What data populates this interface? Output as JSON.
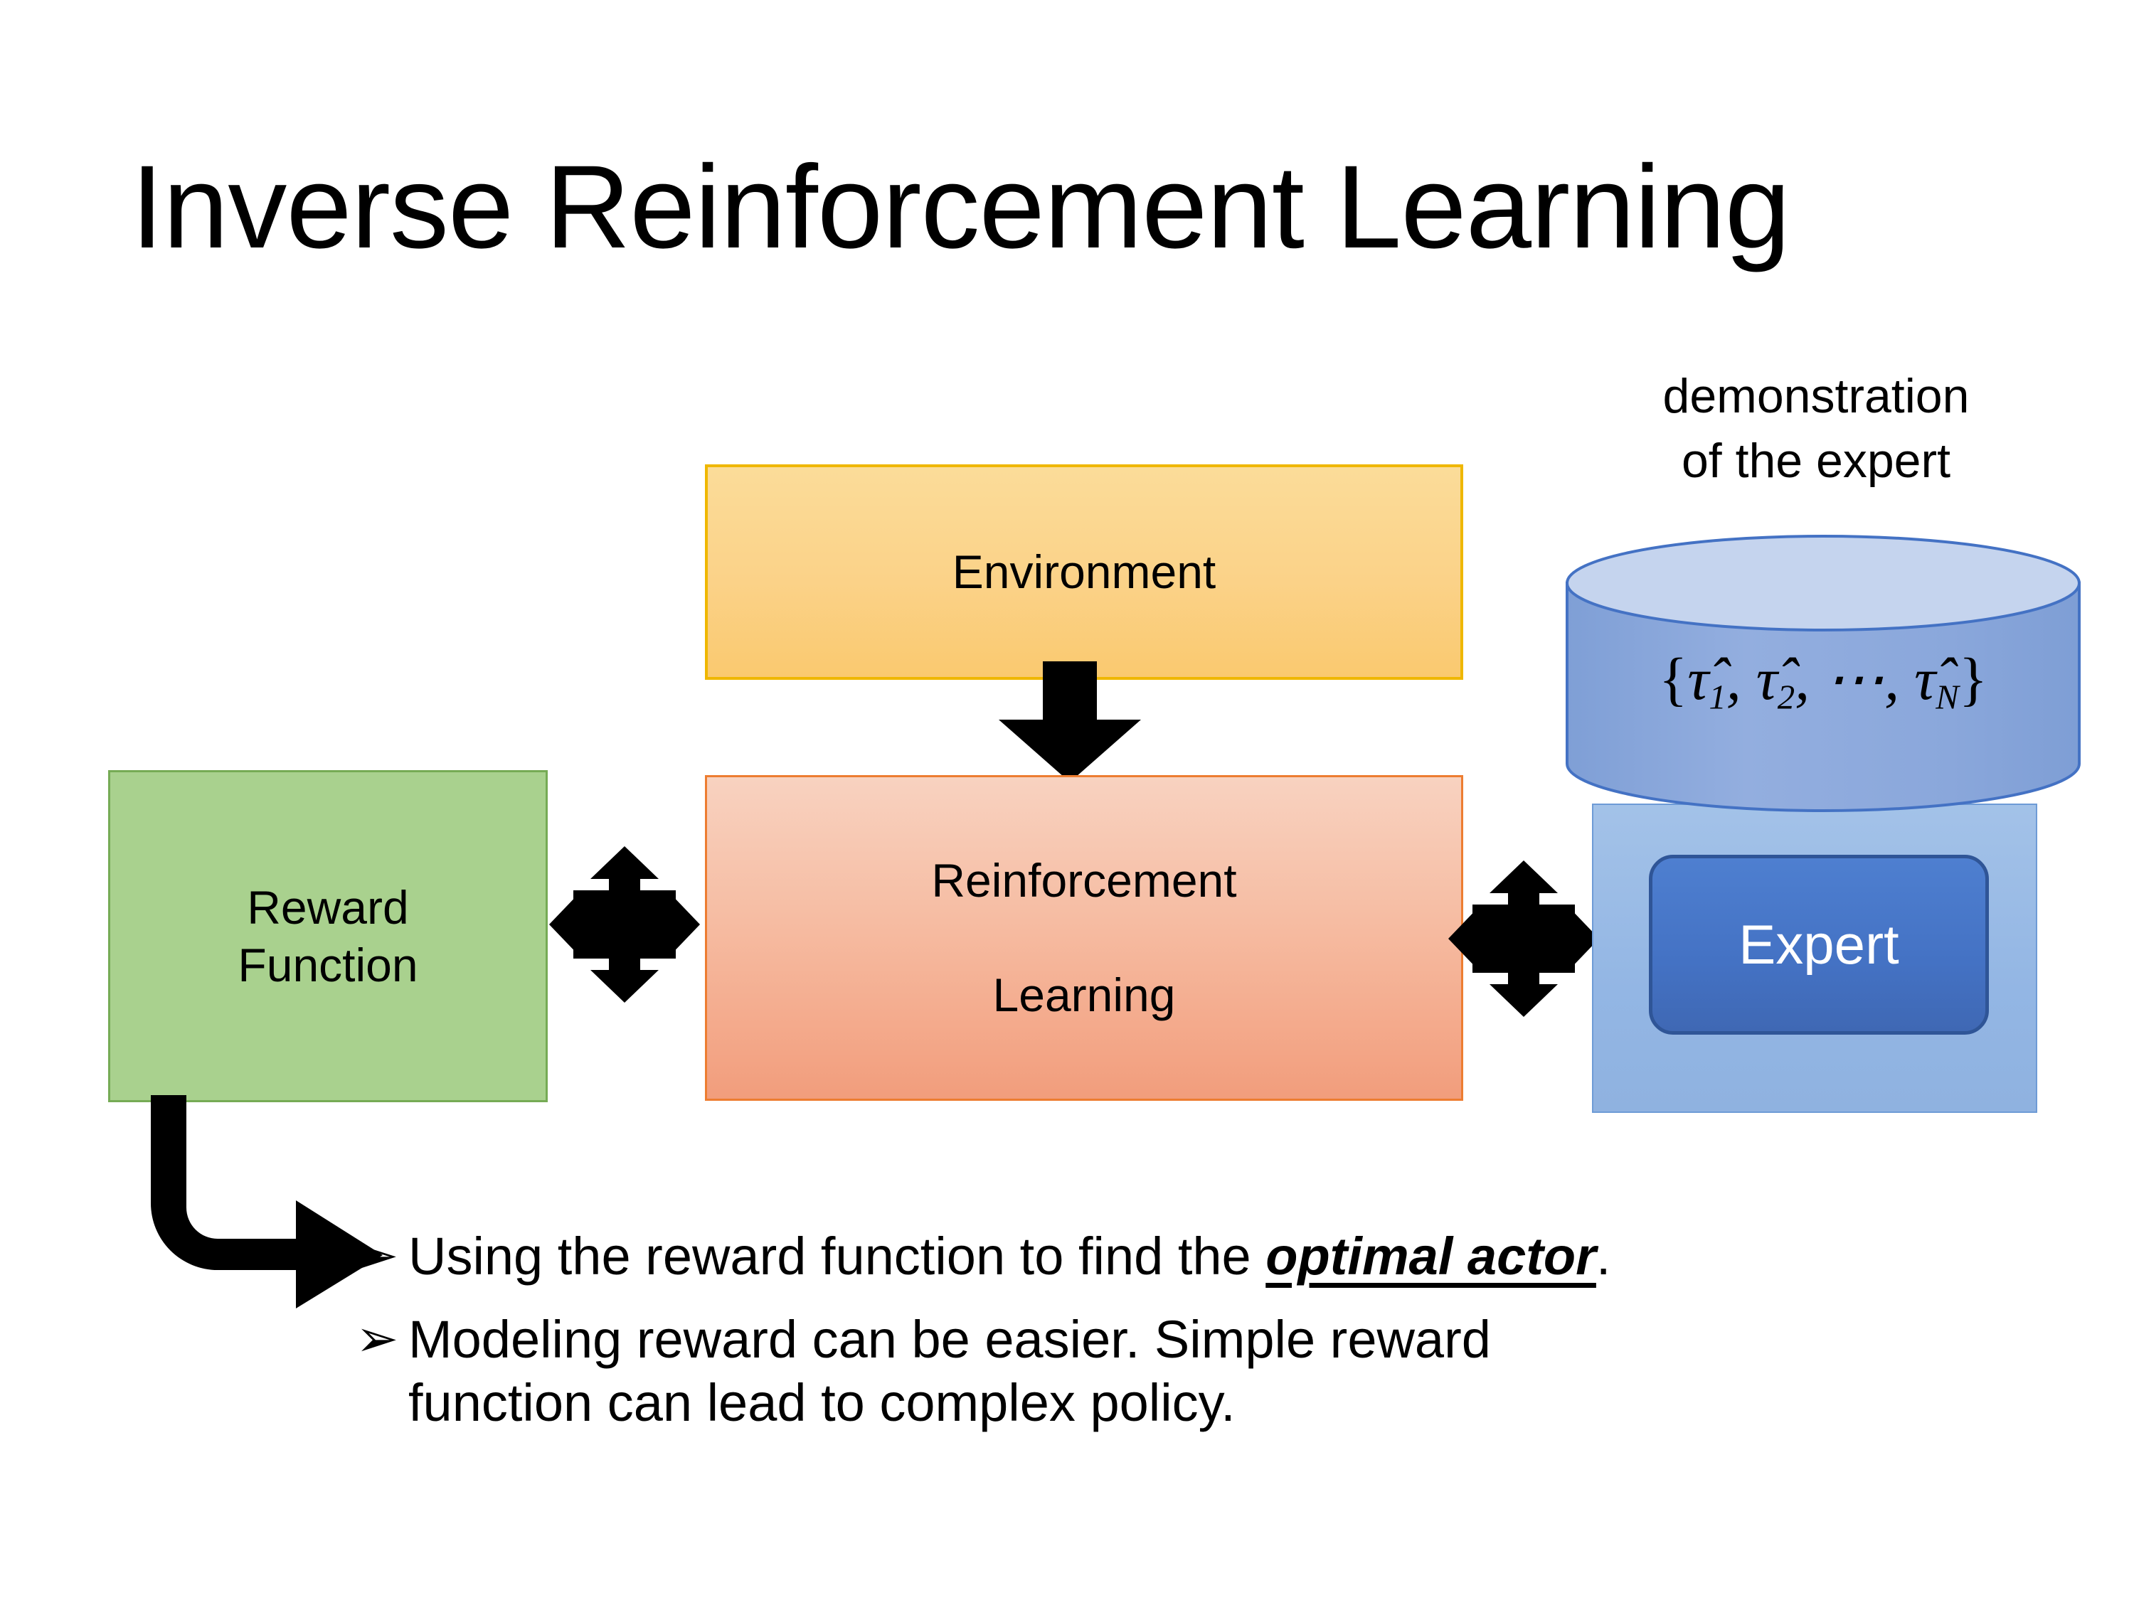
{
  "slide": {
    "title": "Inverse Reinforcement Learning"
  },
  "diagram": {
    "environment": {
      "label": "Environment",
      "fill": "#FBD288",
      "border": "#EFB700"
    },
    "reward_function": {
      "label": "Reward\nFunction",
      "line1": "Reward",
      "line2": "Function",
      "fill": "#A9D18E",
      "border": "#76AB55"
    },
    "reinforcement_learning": {
      "line1": "Reinforcement",
      "line2": "Learning",
      "fill": "#F6BCA2",
      "border": "#ED7D31"
    },
    "expert": {
      "label": "Expert",
      "fill": "#4472C4",
      "border": "#2F5597",
      "text_color": "#FFFFFF"
    },
    "expert_panel": {
      "fill": "#93B6E4",
      "border": "#6E9BD6"
    },
    "demonstration_caption": {
      "line1": "demonstration",
      "line2": "of the expert"
    },
    "trajectory_set": {
      "open_brace": "{",
      "items": [
        "τ̂1",
        "τ̂2",
        "⋯",
        "τ̂N"
      ],
      "close_brace": "}",
      "rendered": "{τ̂1, τ̂2, ⋯, τ̂N}",
      "fill": "#8FAADC",
      "top_fill": "#C5D4EE",
      "border": "#4472C4"
    },
    "arrows": {
      "env_to_rl": "down-arrow-icon",
      "reward_to_rl": "quad-arrow-icon",
      "rl_to_expert": "quad-arrow-icon",
      "reward_to_bullet": "bent-arrow-icon"
    }
  },
  "bullets": {
    "marker": "➢",
    "items": [
      {
        "prefix": "Using the reward function to find the ",
        "emphasis": "optimal actor",
        "suffix": "."
      },
      {
        "line1": "Modeling reward can be easier. Simple reward",
        "line2": "function can lead to complex policy."
      }
    ]
  }
}
